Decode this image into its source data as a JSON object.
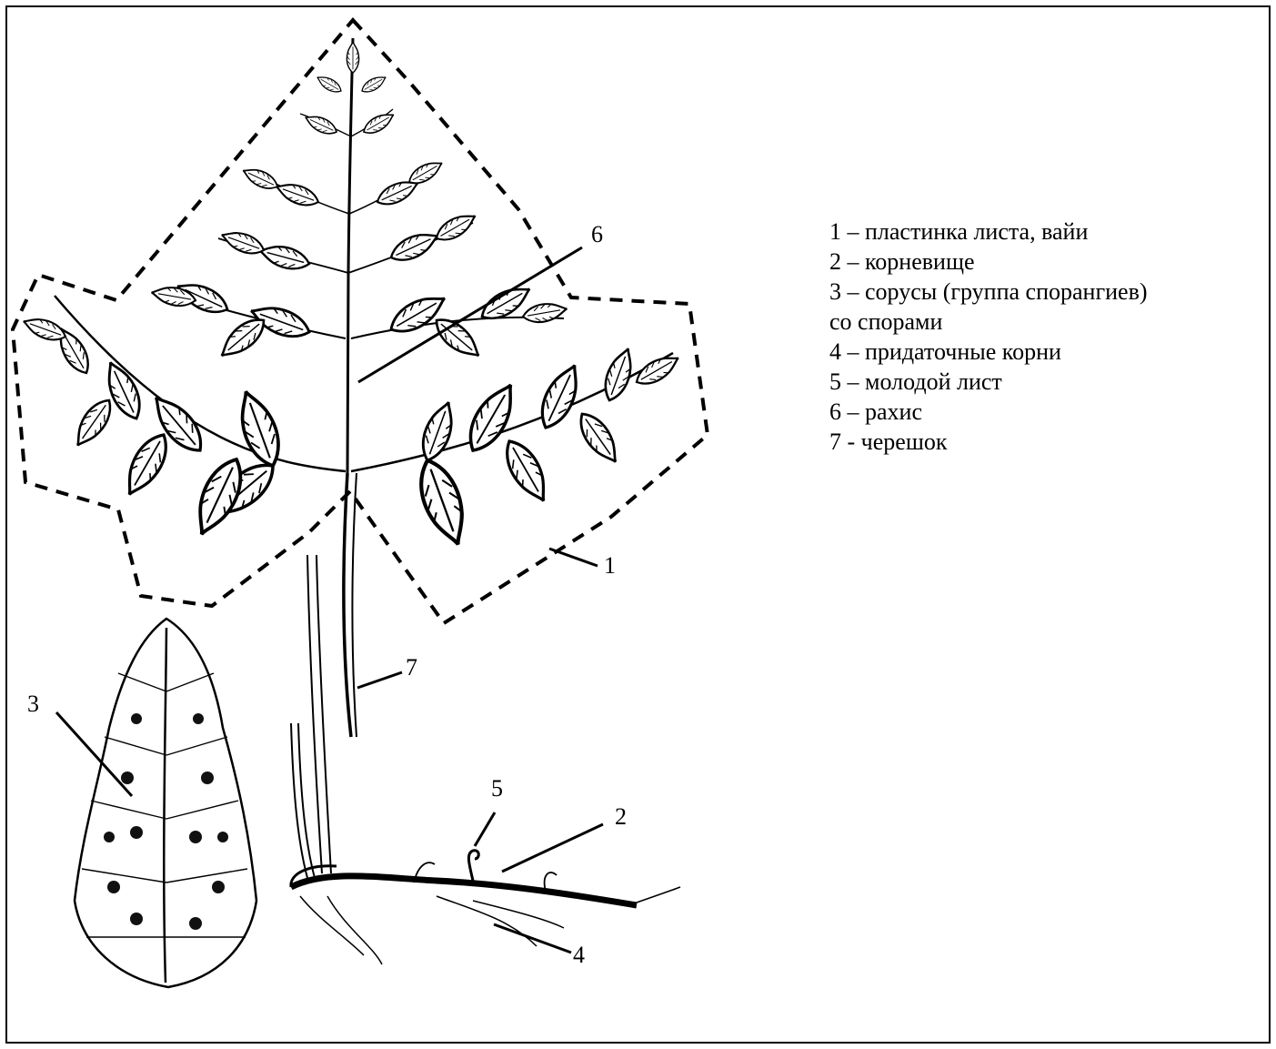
{
  "callouts": {
    "c1": "1",
    "c2": "2",
    "c3": "3",
    "c4": "4",
    "c5": "5",
    "c6": "6",
    "c7": "7"
  },
  "legend": [
    "1 – пластинка листа, вайи",
    "2 – корневище",
    "3 – сорусы (группа спорангиев)",
    "со спорами",
    "4 – придаточные корни",
    "5 – молодой лист",
    "6 – рахис",
    "7 - черешок"
  ]
}
